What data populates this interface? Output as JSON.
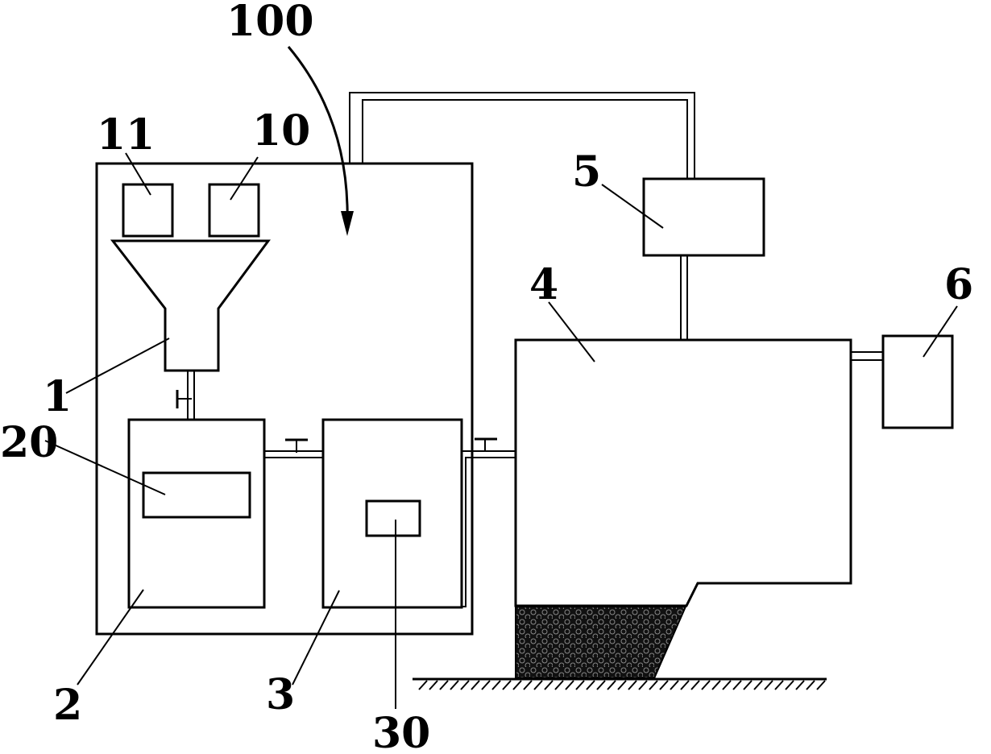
{
  "labels": {
    "system_100": "100",
    "sensor_11": "11",
    "sensor_10": "10",
    "hopper_1": "1",
    "controller_20": "20",
    "tank_2": "2",
    "tank_3": "3",
    "module_30": "30",
    "unit_4": "4",
    "unit_5": "5",
    "unit_6": "6"
  },
  "colors": {
    "stroke": "#000000",
    "background": "#ffffff"
  }
}
